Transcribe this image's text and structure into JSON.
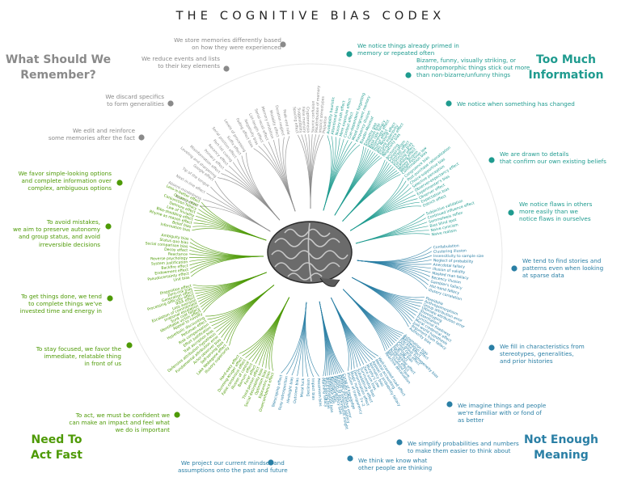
{
  "title": "THE COGNITIVE BIAS CODEX",
  "quadrants": [
    {
      "id": "remember",
      "lines": [
        "What Should We",
        "Remember?"
      ],
      "color": "#8a8a8a"
    },
    {
      "id": "info",
      "lines": [
        "Too Much",
        "Information"
      ],
      "color": "#1f9b8f"
    },
    {
      "id": "act",
      "lines": [
        "Need To",
        "Act Fast"
      ],
      "color": "#4e9a06"
    },
    {
      "id": "meaning",
      "lines": [
        "Not Enough",
        "Meaning"
      ],
      "color": "#2a7fa5"
    }
  ],
  "categories": [
    {
      "quad": "remember",
      "lines": [
        "We store memories differently based",
        "on how they were experienced"
      ]
    },
    {
      "quad": "remember",
      "lines": [
        "We reduce events and lists",
        "to their key elements"
      ]
    },
    {
      "quad": "remember",
      "lines": [
        "We discard specifics",
        "to form generalities"
      ]
    },
    {
      "quad": "remember",
      "lines": [
        "We edit and reinforce",
        "some memories after the fact"
      ]
    },
    {
      "quad": "info",
      "lines": [
        "We notice things already primed in",
        "memory or repeated often"
      ]
    },
    {
      "quad": "info",
      "lines": [
        "Bizarre, funny, visually striking, or",
        "anthropomorphic things stick out more",
        "than non-bizarre/unfunny things"
      ]
    },
    {
      "quad": "info",
      "lines": [
        "We notice when something has changed"
      ]
    },
    {
      "quad": "info",
      "lines": [
        "We are drawn to details",
        "that confirm our own existing beliefs"
      ]
    },
    {
      "quad": "info",
      "lines": [
        "We notice flaws in others",
        "more easily than we",
        "notice flaws in ourselves"
      ]
    },
    {
      "quad": "meaning",
      "lines": [
        "We tend to find stories and",
        "patterns even when looking",
        "at sparse data"
      ]
    },
    {
      "quad": "meaning",
      "lines": [
        "We fill in characteristics from",
        "stereotypes, generalities,",
        "and prior histories"
      ]
    },
    {
      "quad": "meaning",
      "lines": [
        "We imagine things and people",
        "we're familiar with or fond of",
        "as better"
      ]
    },
    {
      "quad": "meaning",
      "lines": [
        "We simplify probabilities and numbers",
        "to make them easier to think about"
      ]
    },
    {
      "quad": "meaning",
      "lines": [
        "We think we know what",
        "other people are thinking"
      ]
    },
    {
      "quad": "meaning",
      "lines": [
        "We project our current mindset and",
        "assumptions onto the past and future"
      ]
    },
    {
      "quad": "act",
      "lines": [
        "To act, we must be confident we",
        "can make an impact and feel what",
        "we do is important"
      ]
    },
    {
      "quad": "act",
      "lines": [
        "To stay focused, we favor the",
        "immediate, relatable thing",
        "in front of us"
      ]
    },
    {
      "quad": "act",
      "lines": [
        "To get things done, we tend",
        "to complete things we've",
        "invested time and energy in"
      ]
    },
    {
      "quad": "act",
      "lines": [
        "To avoid mistakes,",
        "we aim to preserve autonomy",
        "and group status, and avoid",
        "irreversible decisions"
      ]
    },
    {
      "quad": "act",
      "lines": [
        "We favor simple-looking options",
        "and complete information over",
        "complex, ambiguous options"
      ]
    }
  ],
  "bias_labels": {
    "remember": [
      "Spacing effect",
      "Suggestibility",
      "False memory",
      "Cryptomnesia",
      "Source confusion",
      "Misattribution of memory",
      "Implicit stereotypes",
      "Prejudice",
      "Fading affect bias",
      "Negativity bias",
      "List-length effect",
      "Serial recall effect",
      "Memory inhibition",
      "Modality effect",
      "Duration neglect",
      "Peak-end rule",
      "Leveling and sharpening",
      "Misinformation effect",
      "Primacy effect",
      "Recency effect",
      "Part-list cueing",
      "Serial position effect",
      "Suffix effect",
      "Levels of processing",
      "Testing effect",
      "Absent-mindedness",
      "Next-in-line effect",
      "Tip of the tongue",
      "Google effect"
    ],
    "info": [
      "Availability heuristic",
      "Attentional bias",
      "Illusory truth effect",
      "Mere exposure effect",
      "Context effect",
      "Cue-dependent forgetting",
      "Mood-congruent memory",
      "Frequency illusion",
      "Baader-Meinhof",
      "Empathy gap",
      "Omission bias",
      "Base rate fallacy",
      "Bizarreness effect",
      "Humor effect",
      "Von Restorff effect",
      "Picture superiority",
      "Self-relevance effect",
      "Negativity bias",
      "Anchoring",
      "Conservatism",
      "Contrast effect",
      "Distinction bias",
      "Focusing effect",
      "Framing effect",
      "Money illusion",
      "Weber-Fechner law",
      "Confirmation bias",
      "Congruence bias",
      "Post-purchase rationalization",
      "Choice-supportive bias",
      "Selective perception",
      "Observer-expectancy effect",
      "Experimenter's bias",
      "Observer effect",
      "Expectation bias",
      "Ostrich effect",
      "Subjective validation",
      "Continued influence effect",
      "Semmelweis reflex",
      "Bias blind spot",
      "Naive cynicism",
      "Naive realism"
    ],
    "meaning": [
      "Confabulation",
      "Clustering illusion",
      "Insensitivity to sample size",
      "Neglect of probability",
      "Anecdotal fallacy",
      "Illusion of validity",
      "Masked man fallacy",
      "Recency illusion",
      "Gambler's fallacy",
      "Hot-hand fallacy",
      "Illusory correlation",
      "Pareidolia",
      "Anthropomorphism",
      "Group attribution error",
      "Ultimate attribution error",
      "Stereotyping",
      "Essentialism",
      "Functional fixedness",
      "Moral credential effect",
      "Just-world hypothesis",
      "Argument from fallacy",
      "Authority bias",
      "Automation bias",
      "Bandwagon effect",
      "Placebo effect",
      "Out-group homogeneity bias",
      "Cross-race effect",
      "In-group bias",
      "Halo effect",
      "Cheerleader effect",
      "Positivity effect",
      "Not invented here",
      "Reactive devaluation",
      "Well-traveled road effect",
      "Mental accounting",
      "Appeal to probability fallacy",
      "Normalcy bias",
      "Murphy's Law",
      "Zero sum bias",
      "Survivorship bias",
      "Subadditivity effect",
      "Denomination effect",
      "Magic number 7+-2",
      "Illusion of transparency",
      "Curse of knowledge",
      "Spotlight effect",
      "Extrinsic incentive error",
      "Illusion of external agency",
      "Illusion of asymmetric insight",
      "Self-consistency bias",
      "Resistant bias",
      "Projection bias",
      "Pro-innovation bias",
      "Time-saving bias",
      "Planning fallacy",
      "Pessimism bias",
      "Impact bias",
      "Declinism",
      "Moral luck",
      "Outcome bias",
      "Hindsight bias",
      "Rosy retrospection",
      "Telescoping effect"
    ],
    "act": [
      "Overconfidence effect",
      "Egocentric bias",
      "Optimism bias",
      "Social desirability bias",
      "Third-person effect",
      "Forer effect",
      "Barnum effect",
      "Illusion of control",
      "False consensus effect",
      "Dunning-Kruger effect",
      "Hard-easy effect",
      "Illusory superiority",
      "Lake Wobegone effect",
      "Self-serving bias",
      "Actor-observer bias",
      "Fundamental attribution error",
      "Defensive attribution hypothesis",
      "Trait ascription bias",
      "Effort justification",
      "Risk compensation",
      "Peltzman effect",
      "Hyperbolic discounting",
      "Appeal to novelty",
      "Identifiable victim effect",
      "Sunk cost fallacy",
      "Irrational escalation",
      "Escalation of commitment",
      "Loss aversion",
      "IKEA effect",
      "Processing difficulty effect",
      "Generation effect",
      "Zero-risk bias",
      "Disposition effect",
      "Unit bias",
      "Pseudocertainty effect",
      "Endowment effect",
      "Backfire effect",
      "System justification",
      "Reverse psychology",
      "Reactance",
      "Decoy effect",
      "Social comparison bias",
      "Status quo bias",
      "Ambiguity bias",
      "Information bias",
      "Belief bias",
      "Rhyme as reason effect",
      "Bike-shedding effect",
      "Law of Triviality",
      "Delmore effect",
      "Conjunction fallacy",
      "Occam's razor",
      "Less-is-better effect"
    ]
  }
}
